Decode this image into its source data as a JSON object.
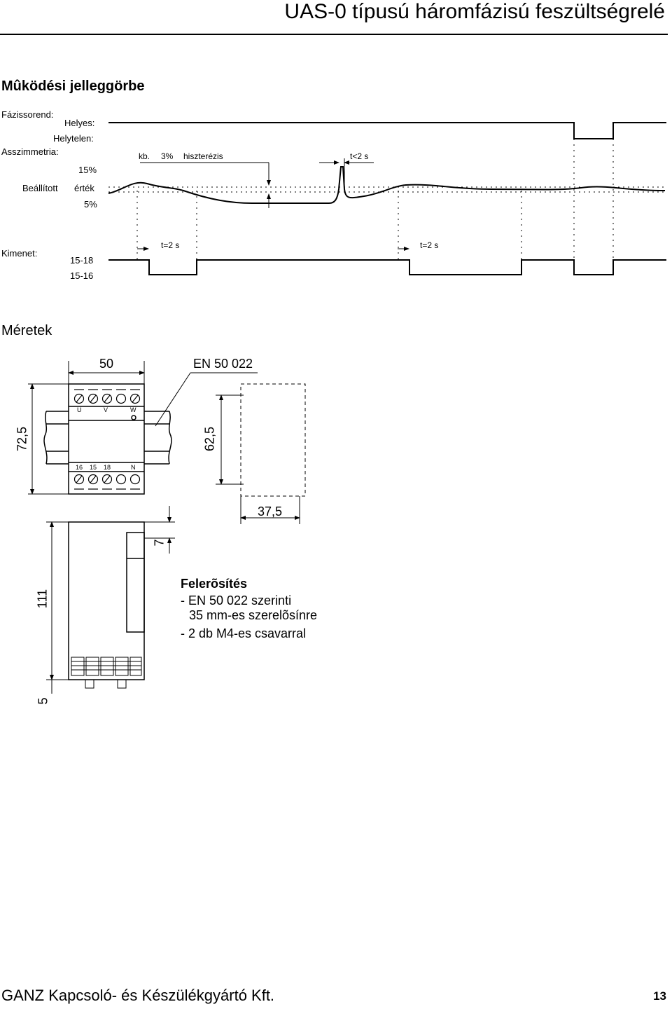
{
  "header": {
    "title": "UAS-0 típusú háromfázisú feszültségrelé"
  },
  "section_timing": {
    "heading": "Mûködési jelleggörbe",
    "labels": {
      "phase_order": "Fázissorend:",
      "correct": "Helyes:",
      "incorrect": "Helytelen:",
      "asymmetry": "Asszimmetria:",
      "pct15": "15%",
      "set_value_1": "Beállított",
      "set_value_2": "érték",
      "pct5": "5%",
      "output": "Kimenet:",
      "contact_1518": "15-18",
      "contact_1516": "15-16"
    },
    "annotations": {
      "kb": "kb.",
      "pct3": "3%",
      "hysteresis": "hiszterézis",
      "t_less_2s": "t<2 s",
      "t_eq_2s_a": "t=2 s",
      "t_eq_2s_b": "t=2 s"
    }
  },
  "section_dims": {
    "heading": "Méretek",
    "dims": {
      "width50": "50",
      "rail": "EN 50 022",
      "h725": "72,5",
      "h625": "62,5",
      "w375": "37,5",
      "d7": "7",
      "h111": "111",
      "d5": "5"
    },
    "terminals_top": [
      "U",
      "V",
      "W"
    ],
    "terminals_bottom": [
      "16",
      "15",
      "18",
      "N"
    ],
    "mounting": {
      "title": "Felerõsítés",
      "line1": "- EN 50 022 szerinti",
      "line2": "35 mm-es szerelõsínre",
      "line3": "- 2 db M4-es csavarral"
    }
  },
  "footer": {
    "company": "GANZ Kapcsoló- és Készülékgyártó Kft.",
    "page": "13"
  }
}
